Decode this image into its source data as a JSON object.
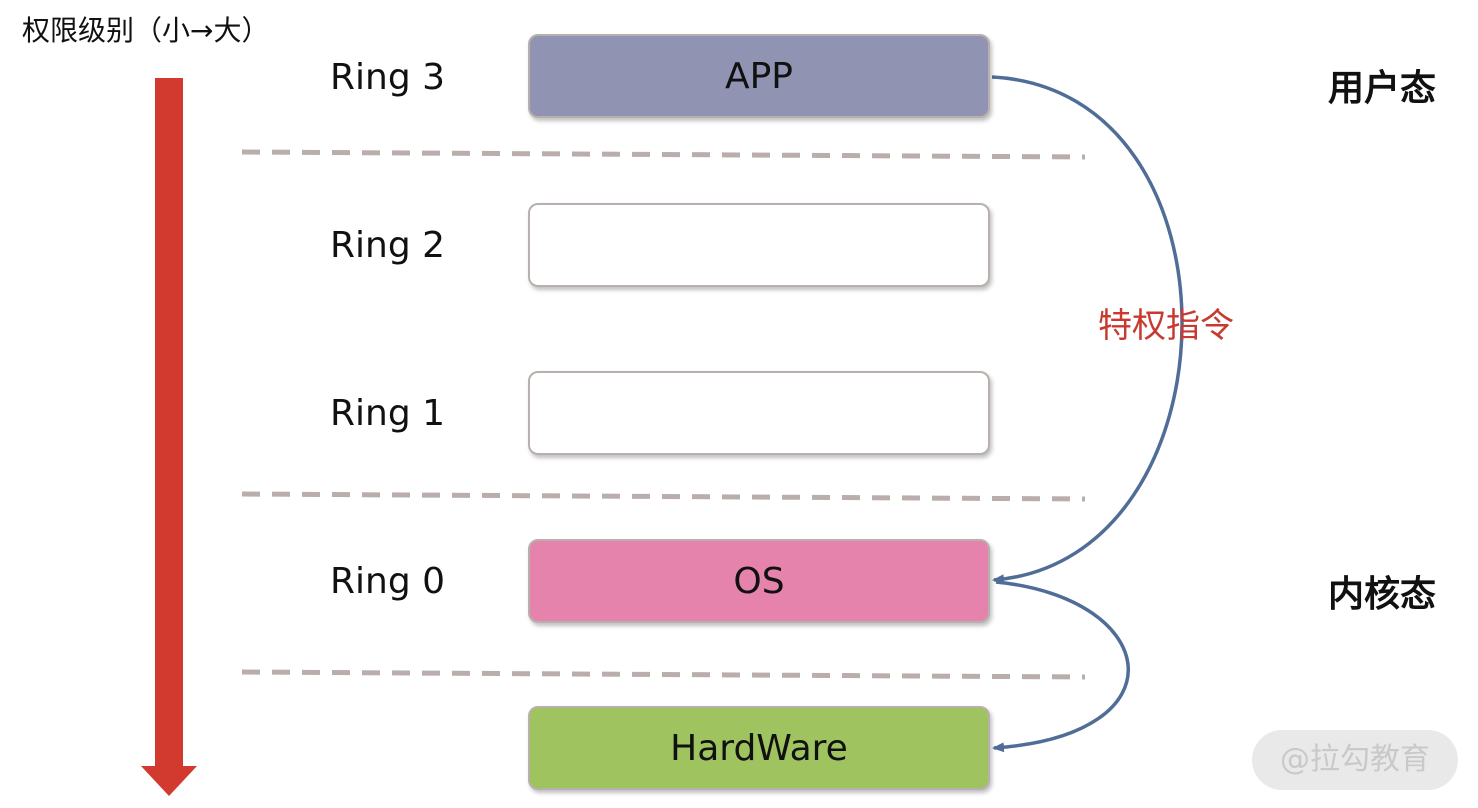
{
  "privilege_axis": {
    "title": "权限级别（小→大）"
  },
  "rings": [
    {
      "label": "Ring 3",
      "box_text": "APP",
      "fill": "#9094b2"
    },
    {
      "label": "Ring 2",
      "box_text": "",
      "fill": "#ffffff"
    },
    {
      "label": "Ring 1",
      "box_text": "",
      "fill": "#ffffff"
    },
    {
      "label": "Ring 0",
      "box_text": "OS",
      "fill": "#e583ad"
    }
  ],
  "hardware": {
    "box_text": "HardWare",
    "fill": "#9ec35f"
  },
  "states": {
    "user": "用户态",
    "kernel": "内核态"
  },
  "privileged_instruction": "特权指令",
  "watermark": "@拉勾教育",
  "colors": {
    "axis_arrow": "#d23a30",
    "connector": "#4f6d97",
    "divider": "#b9aeab",
    "accent_text": "#c83a30"
  }
}
